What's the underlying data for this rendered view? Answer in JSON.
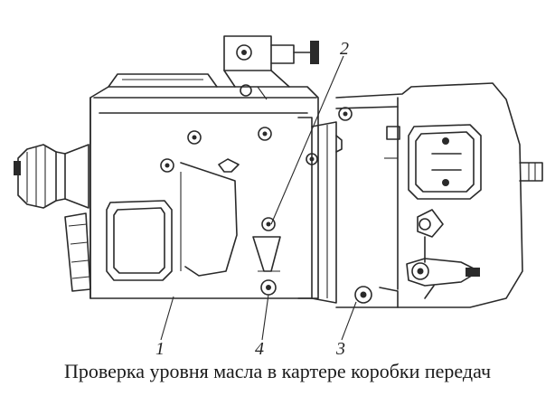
{
  "caption": "Проверка уровня масла в картере коробки передач",
  "callouts": [
    {
      "id": "1",
      "label": "1"
    },
    {
      "id": "2",
      "label": "2"
    },
    {
      "id": "3",
      "label": "3"
    },
    {
      "id": "4",
      "label": "4"
    }
  ]
}
